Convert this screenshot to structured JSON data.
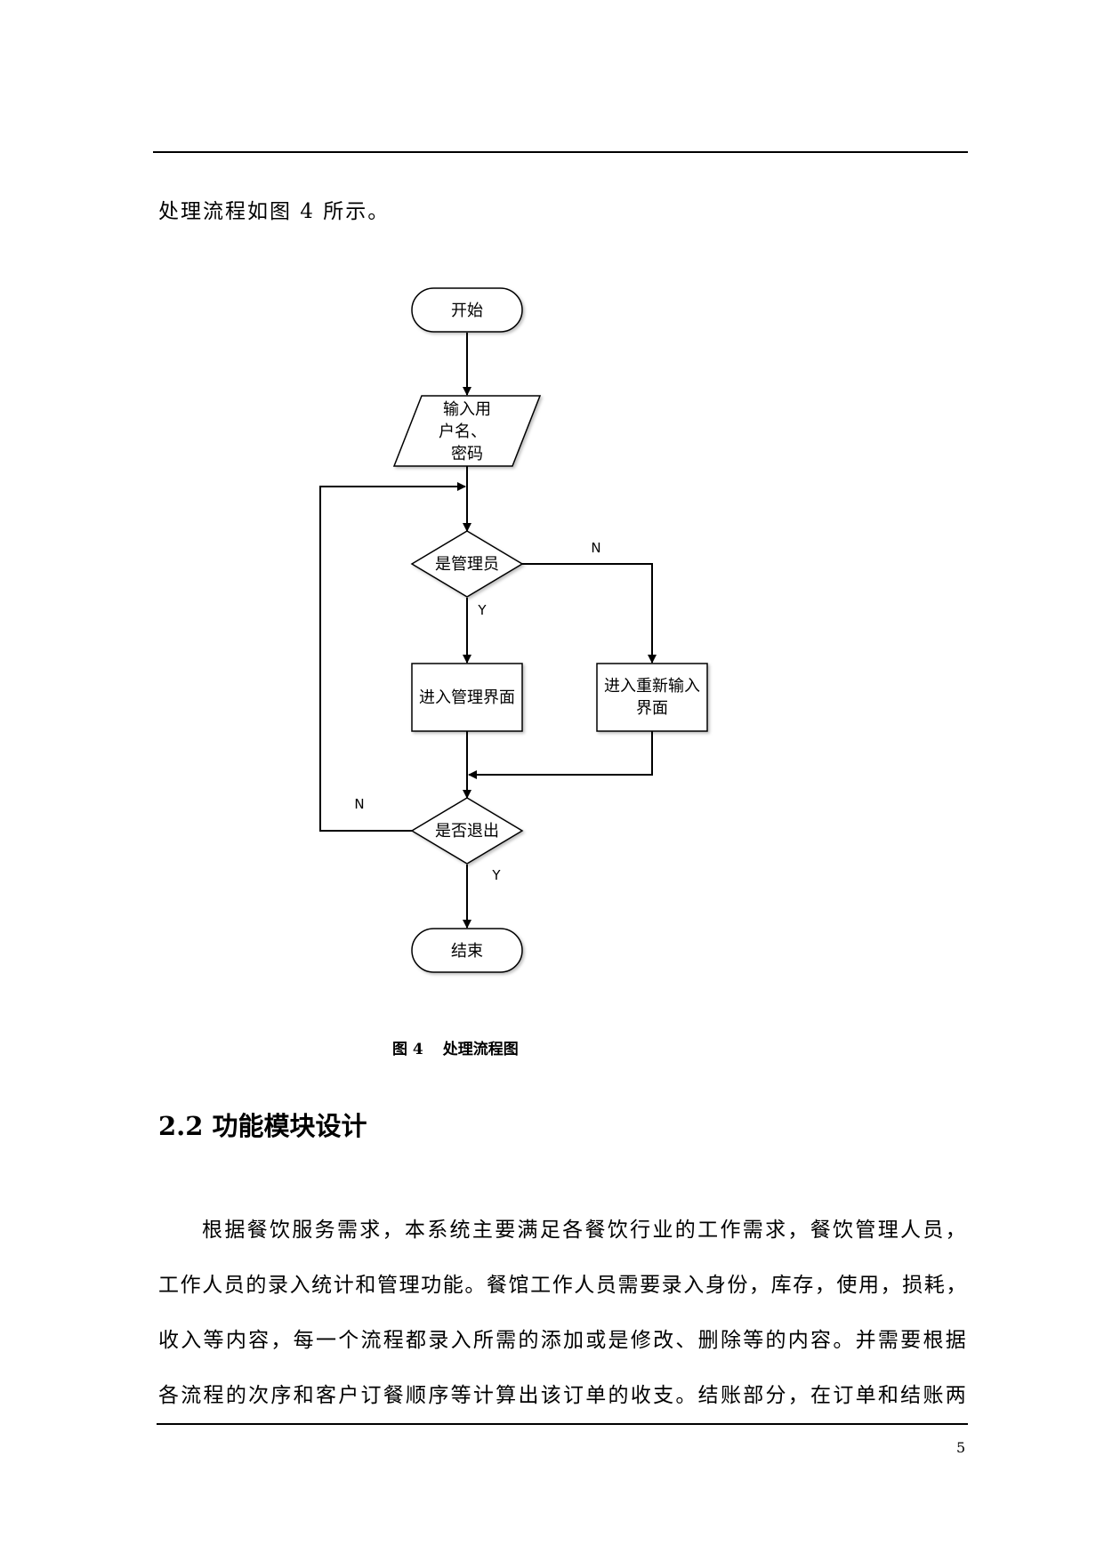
{
  "intro": {
    "text": "处理流程如图 4 所示。"
  },
  "flowchart": {
    "start_label": "开始",
    "input_label": [
      "输入用",
      "户名、",
      "密码"
    ],
    "decision_admin_label": "是管理员",
    "admin_no_label": "N",
    "admin_yes_label": "Y",
    "process_admin_label": "进入管理界面",
    "process_reenter_label": [
      "进入重新输入",
      "界面"
    ],
    "decision_exit_label": "是否退出",
    "exit_no_label": "N",
    "exit_yes_label": "Y",
    "end_label": "结束"
  },
  "caption": {
    "number": "图 4",
    "title": "处理流程图"
  },
  "section": {
    "heading": "2.2 功能模块设计"
  },
  "body": {
    "lines": [
      "根据餐饮服务需求，本系统主要满足各餐饮行业的工作需求，餐饮管理人员，",
      "工作人员的录入统计和管理功能。餐馆工作人员需要录入身份，库存，使用，损耗，",
      "收入等内容，每一个流程都录入所需的添加或是修改、删除等的内容。并需要根据",
      "各流程的次序和客户订餐顺序等计算出该订单的收支。结账部分，在订单和结账两"
    ]
  },
  "footer": {
    "page_number": "5"
  }
}
